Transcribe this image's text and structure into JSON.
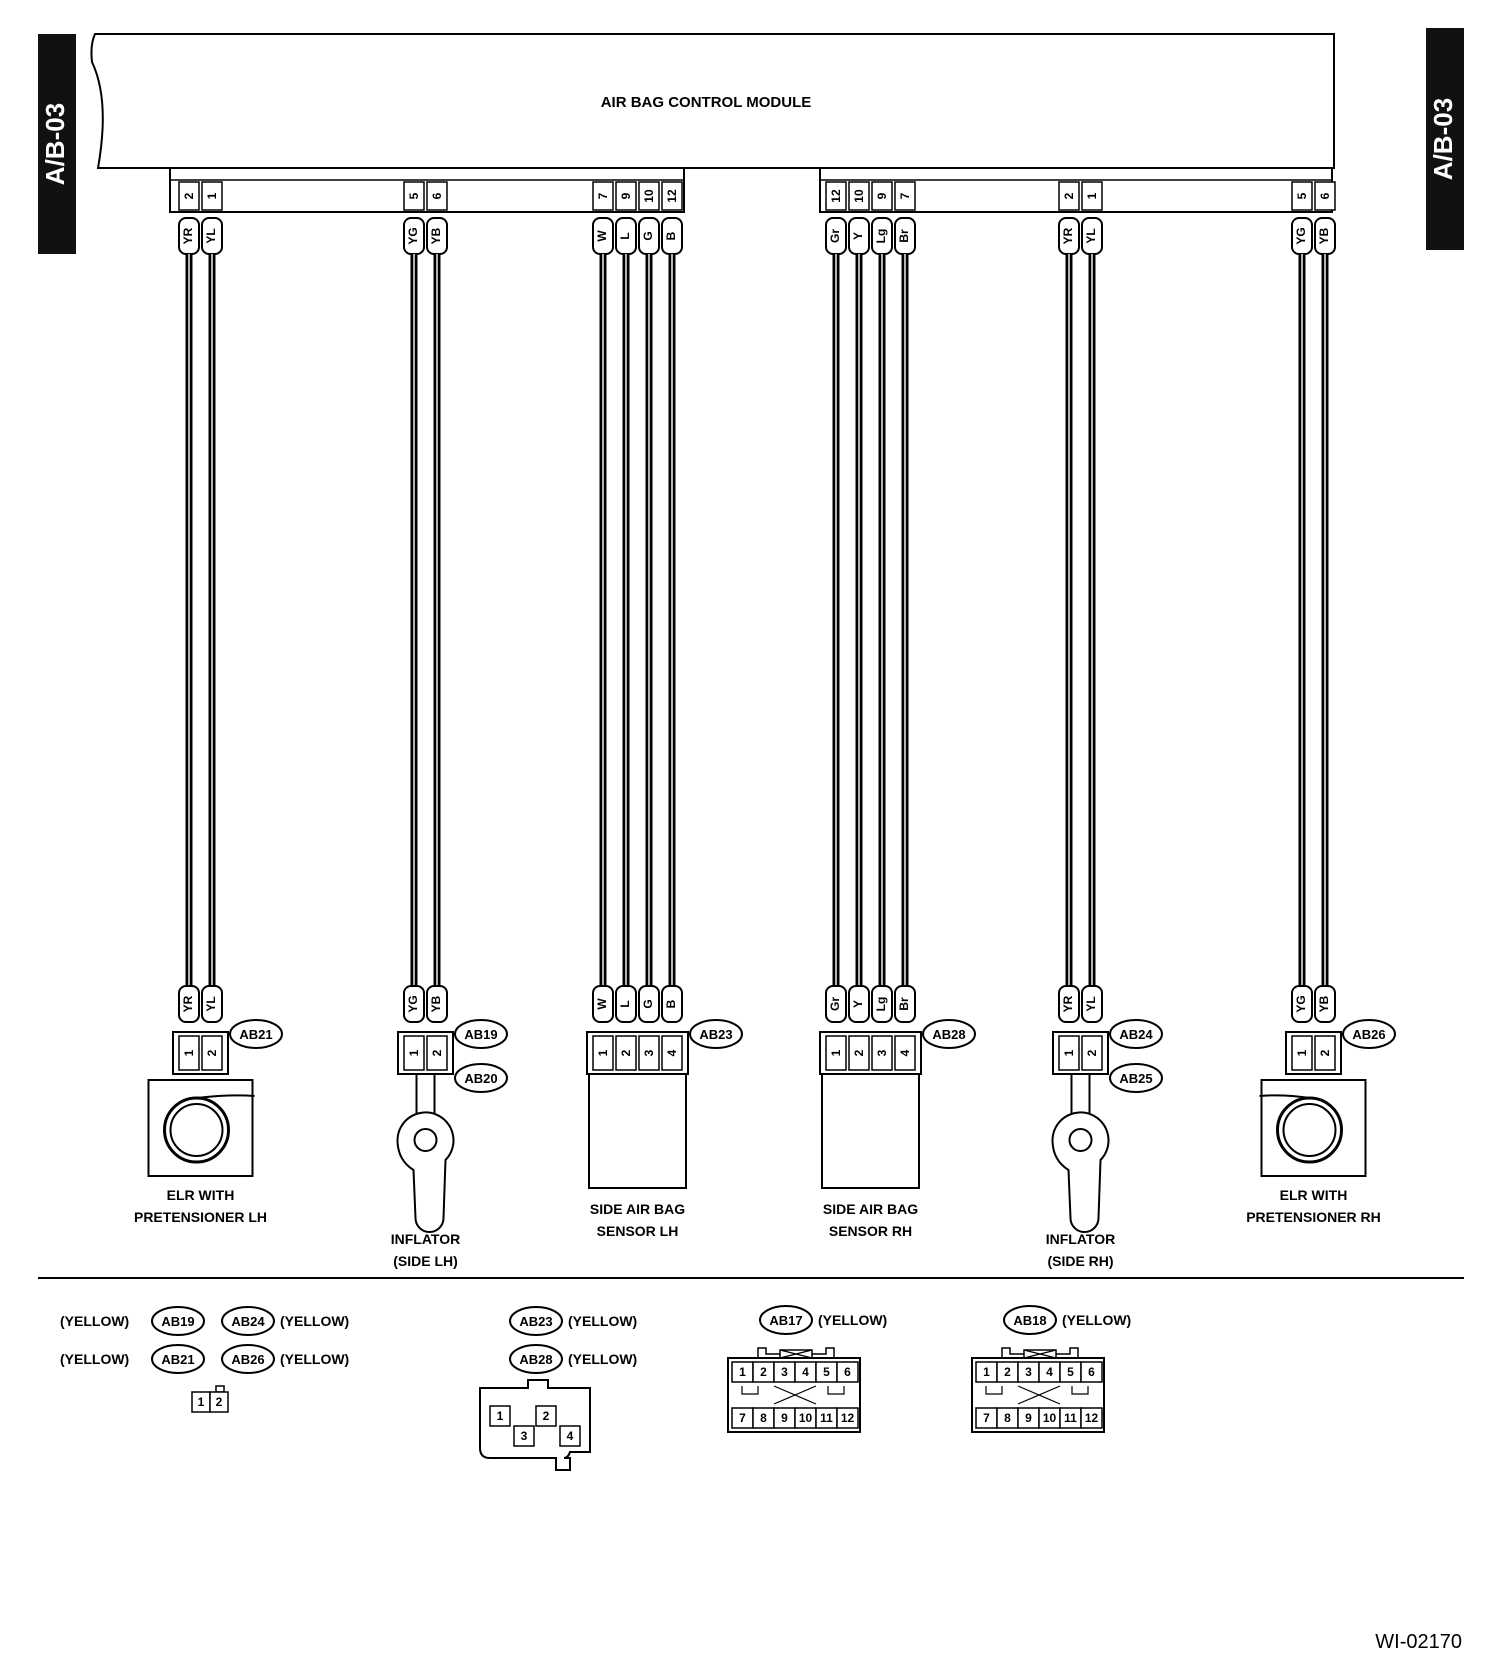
{
  "side_label": "A/B-03",
  "module_title": "AIR BAG CONTROL MODULE",
  "module_connectors": {
    "left": {
      "name": "AB17",
      "pins": [
        "2",
        "1",
        "5",
        "6",
        "7",
        "9",
        "10",
        "12"
      ]
    },
    "right": {
      "name": "AB18",
      "pins": [
        "12",
        "10",
        "9",
        "7",
        "2",
        "1",
        "5",
        "6"
      ]
    }
  },
  "groups": [
    {
      "id": "elr-lh",
      "wires": [
        "YR",
        "YL"
      ],
      "top_pins": [
        "2",
        "1"
      ],
      "bottom_pins": [
        "1",
        "2"
      ],
      "connectors": [
        "AB21"
      ],
      "label": [
        "ELR WITH",
        "PRETENSIONER LH"
      ]
    },
    {
      "id": "inflator-lh",
      "wires": [
        "YG",
        "YB"
      ],
      "top_pins": [
        "5",
        "6"
      ],
      "bottom_pins": [
        "1",
        "2"
      ],
      "connectors": [
        "AB19",
        "AB20"
      ],
      "label": [
        "INFLATOR",
        "(SIDE LH)"
      ]
    },
    {
      "id": "sensor-lh",
      "wires": [
        "W",
        "L",
        "G",
        "B"
      ],
      "top_pins": [
        "7",
        "9",
        "10",
        "12"
      ],
      "bottom_pins": [
        "1",
        "2",
        "3",
        "4"
      ],
      "connectors": [
        "AB23"
      ],
      "label": [
        "SIDE AIR BAG",
        "SENSOR LH"
      ]
    },
    {
      "id": "sensor-rh",
      "wires": [
        "Gr",
        "Y",
        "Lg",
        "Br"
      ],
      "top_pins": [
        "12",
        "10",
        "9",
        "7"
      ],
      "bottom_pins": [
        "1",
        "2",
        "3",
        "4"
      ],
      "connectors": [
        "AB28"
      ],
      "label": [
        "SIDE AIR BAG",
        "SENSOR RH"
      ]
    },
    {
      "id": "inflator-rh",
      "wires": [
        "YR",
        "YL"
      ],
      "top_pins": [
        "2",
        "1"
      ],
      "bottom_pins": [
        "1",
        "2"
      ],
      "connectors": [
        "AB24",
        "AB25"
      ],
      "label": [
        "INFLATOR",
        "(SIDE RH)"
      ]
    },
    {
      "id": "elr-rh",
      "wires": [
        "YG",
        "YB"
      ],
      "top_pins": [
        "5",
        "6"
      ],
      "bottom_pins": [
        "1",
        "2"
      ],
      "connectors": [
        "AB26"
      ],
      "label": [
        "ELR WITH",
        "PRETENSIONER RH"
      ]
    }
  ],
  "legend": {
    "color_word": "(YELLOW)",
    "two_pin": {
      "connectors": [
        "AB19",
        "AB24",
        "AB21",
        "AB26"
      ],
      "pins": [
        "1",
        "2"
      ]
    },
    "four_pin": {
      "connectors": [
        "AB23",
        "AB28"
      ],
      "pins": [
        "1",
        "2",
        "3",
        "4"
      ]
    },
    "ab17": {
      "name": "AB17",
      "top_pins": [
        "1",
        "2",
        "3",
        "4",
        "5",
        "6"
      ],
      "bottom_pins": [
        "7",
        "8",
        "9",
        "10",
        "11",
        "12"
      ]
    },
    "ab18": {
      "name": "AB18",
      "top_pins": [
        "1",
        "2",
        "3",
        "4",
        "5",
        "6"
      ],
      "bottom_pins": [
        "7",
        "8",
        "9",
        "10",
        "11",
        "12"
      ]
    }
  },
  "diagram_code": "WI-02170"
}
